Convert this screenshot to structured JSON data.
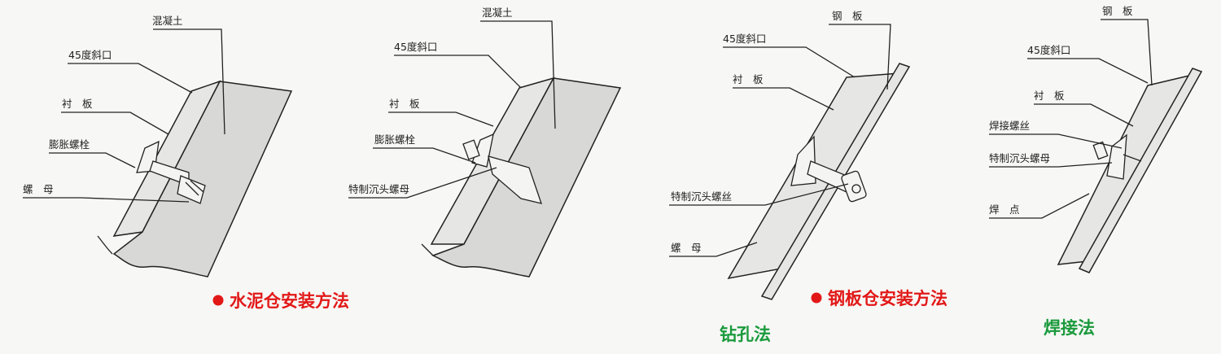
{
  "colors": {
    "caption_red": "#e21818",
    "caption_green": "#1a9a3c",
    "line": "#222222"
  },
  "diagram1": {
    "concrete": "混凝土",
    "bevel": "45度斜口",
    "liner": "衬　板",
    "expansion_bolt": "膨胀螺栓",
    "nut": "螺　母"
  },
  "diagram2": {
    "concrete": "混凝土",
    "bevel": "45度斜口",
    "liner": "衬　板",
    "expansion_bolt": "膨胀螺栓",
    "countersunk_bolt": "特制沉头螺母"
  },
  "diagram3": {
    "steel_plate": "钢　板",
    "bevel": "45度斜口",
    "liner": "衬　板",
    "countersunk_screw": "特制沉头螺丝",
    "nut": "螺　母"
  },
  "diagram4": {
    "steel_plate": "钢　板",
    "bevel": "45度斜口",
    "liner": "衬　板",
    "weld_screw": "焊接螺丝",
    "countersunk_nut": "特制沉头螺母",
    "weld_point": "焊　点"
  },
  "captions": {
    "cement_method": "水泥仓安装方法",
    "steel_method": "钢板仓安装方法",
    "drilling": "钻孔法",
    "welding": "焊接法"
  }
}
